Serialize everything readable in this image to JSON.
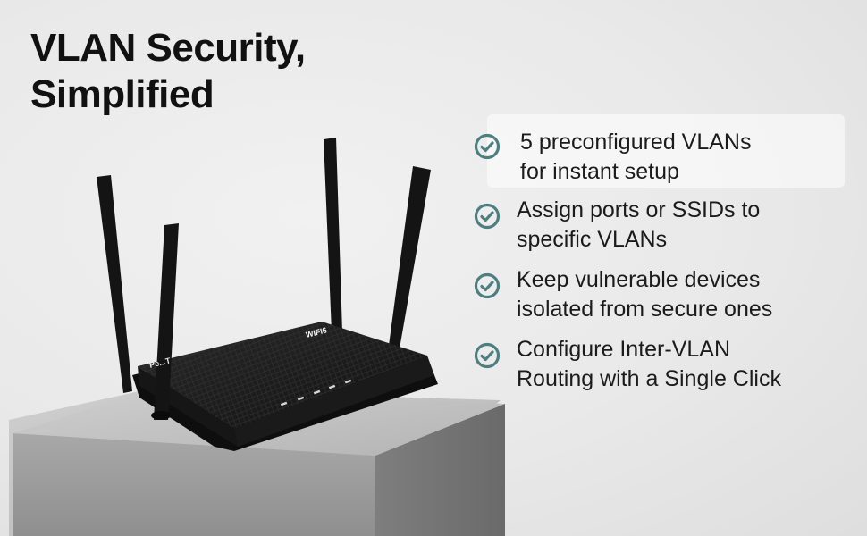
{
  "headline": {
    "line1": "VLAN Security,",
    "line2": "Simplified"
  },
  "features": [
    {
      "line1": "5 preconfigured VLANs",
      "line2": "for instant setup",
      "icon": "check-circle-icon"
    },
    {
      "line1": "Assign ports or SSIDs to",
      "line2": "specific VLANs",
      "icon": "check-circle-icon"
    },
    {
      "line1": "Keep vulnerable devices",
      "line2": "isolated from secure ones",
      "icon": "check-circle-icon"
    },
    {
      "line1": "Configure Inter-VLAN",
      "line2": "Routing with a Single Click",
      "icon": "check-circle-icon"
    }
  ],
  "router": {
    "brand_label": "Pe...T",
    "badge_label": "WIFI6"
  },
  "colors": {
    "check_ring": "#4e7f80",
    "check_mark": "#4e7f80",
    "router_body": "#1c1c1c",
    "pedestal": "#9c9c9c"
  }
}
